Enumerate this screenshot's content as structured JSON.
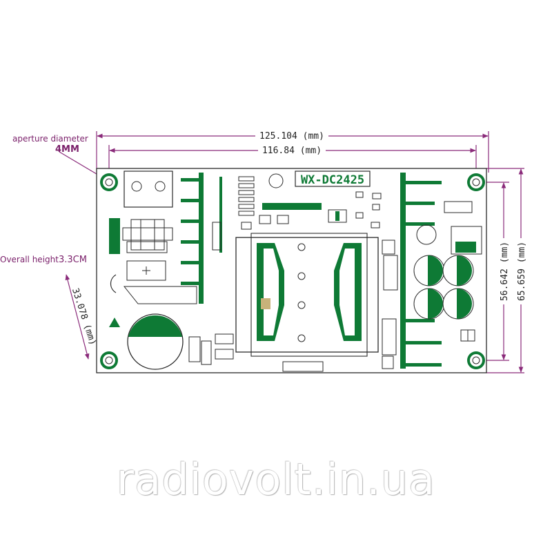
{
  "board": {
    "model": "WX-DC2425"
  },
  "dimensions": {
    "overall_width": "125.104 (mm)",
    "hole_spacing_width": "116.84 (mm)",
    "hole_spacing_height": "56.642 (mm)",
    "overall_depth": "65.659 (mm)",
    "side_height": "33.078 (mm)"
  },
  "labels": {
    "aperture_title": "aperture diameter",
    "aperture_value": "4MM",
    "overall_height_title": "Overall height",
    "overall_height_value": "3.3CM"
  },
  "watermark": "radiovolt.in.ua",
  "colors": {
    "trace": "#0e7a35",
    "outline": "#2a2a2a",
    "dimension": "#8a2a7a",
    "label": "#7a1f6a"
  }
}
